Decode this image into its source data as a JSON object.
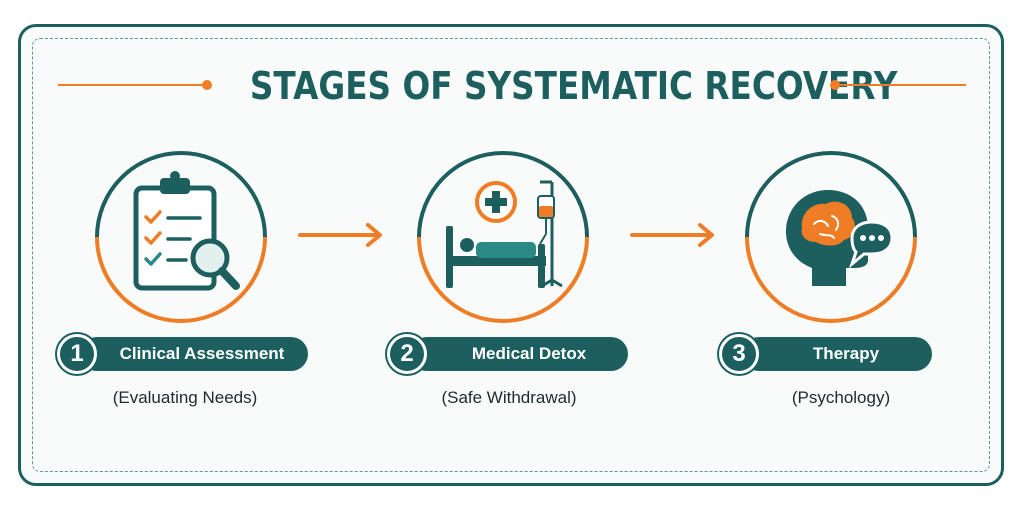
{
  "title": "STAGES OF SYSTEMATIC RECOVERY",
  "colors": {
    "teal": "#1d5f5f",
    "orange": "#ee7d26",
    "background": "#f9fbfb"
  },
  "stages": [
    {
      "number": "1",
      "label": "Clinical Assessment",
      "subtitle": "(Evaluating Needs)",
      "icon": "clipboard-magnifier-icon"
    },
    {
      "number": "2",
      "label": "Medical Detox",
      "subtitle": "(Safe Withdrawal)",
      "icon": "hospital-bed-iv-icon"
    },
    {
      "number": "3",
      "label": "Therapy",
      "subtitle": "(Psychology)",
      "icon": "head-brain-speech-icon"
    }
  ],
  "connectors": [
    "arrow-right-icon",
    "arrow-right-icon"
  ]
}
